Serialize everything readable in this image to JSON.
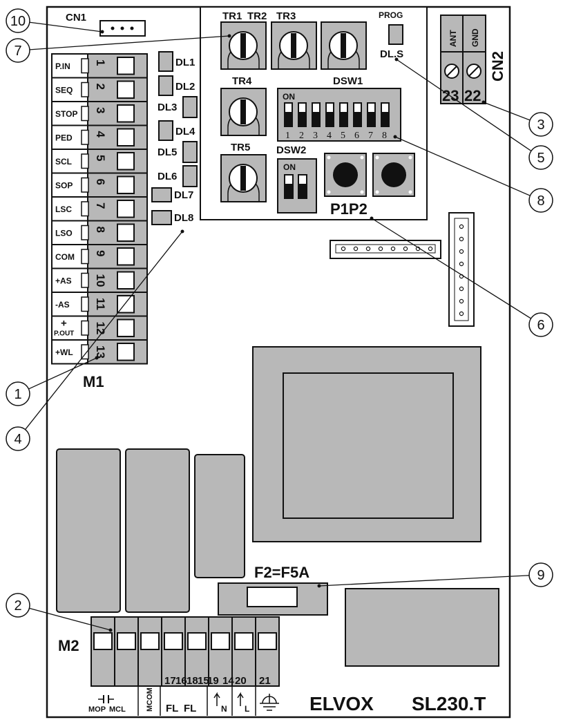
{
  "board": {
    "brand": "ELVOX",
    "model": "SL230.T",
    "cn1": "CN1",
    "cn2": "CN2",
    "m1": "M1",
    "m2": "M2",
    "fuse": "F2=F5A",
    "prog": "PROG",
    "dls": "DL.S",
    "dsw1": "DSW1",
    "dsw2": "DSW2",
    "on": "ON",
    "p1p2": "P1P2",
    "tr1": "TR1",
    "tr2": "TR2",
    "tr3": "TR3",
    "tr4": "TR4",
    "tr5": "TR5"
  },
  "m1_terminals": [
    {
      "label": "P.IN",
      "num": "1"
    },
    {
      "label": "SEQ",
      "num": "2"
    },
    {
      "label": "STOP",
      "num": "3"
    },
    {
      "label": "PED",
      "num": "4"
    },
    {
      "label": "SCL",
      "num": "5"
    },
    {
      "label": "SOP",
      "num": "6"
    },
    {
      "label": "LSC",
      "num": "7"
    },
    {
      "label": "LSO",
      "num": "8"
    },
    {
      "label": "COM",
      "num": "9"
    },
    {
      "label": "+AS",
      "num": "10"
    },
    {
      "label": "-AS",
      "num": "11"
    },
    {
      "label": "+",
      "label2": "P.OUT",
      "num": "12"
    },
    {
      "label": "+WL",
      "num": "13"
    }
  ],
  "leds": [
    "DL1",
    "DL2",
    "DL3",
    "DL4",
    "DL5",
    "DL6",
    "DL7",
    "DL8"
  ],
  "dsw1_numbers": [
    "1",
    "2",
    "3",
    "4",
    "5",
    "6",
    "7",
    "8"
  ],
  "cn2_terminals": [
    {
      "label": "ANT",
      "num": "23"
    },
    {
      "label": "GND",
      "num": "22"
    }
  ],
  "m2_numbers": [
    "17",
    "18",
    "19",
    "20",
    "21"
  ],
  "m2_number_extra": [
    "16",
    "15",
    "14"
  ],
  "m2_labels": {
    "mop": "MOP",
    "mcl": "MCL",
    "mcom": "MCOM",
    "fl1": "FL",
    "fl2": "FL",
    "n": "N",
    "l": "L"
  },
  "callouts": [
    "1",
    "2",
    "3",
    "4",
    "5",
    "6",
    "7",
    "8",
    "9",
    "10"
  ]
}
